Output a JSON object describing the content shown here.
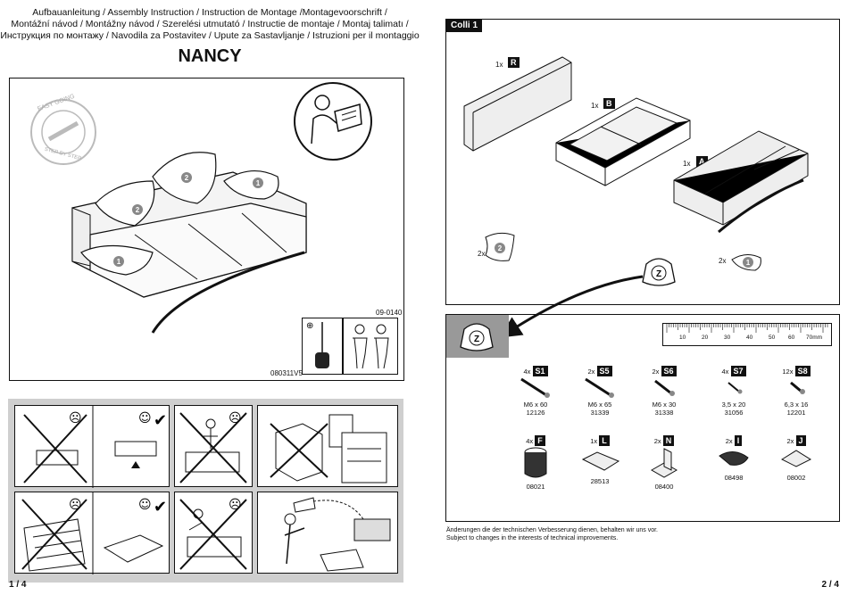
{
  "header": {
    "lines": [
      "Aufbauanleitung / Assembly Instruction / Instruction de Montage /Montagevoorschrift /",
      "Montážní návod / Montážny návod / Szerelési utmutató / Instructie de montaje / Montaj talimatı /",
      "Инструкция по монтажу / Navodila za Postavitev / Upute za Sastavljanje / Istruzioni per il montaggio"
    ],
    "title": "NANCY"
  },
  "cover": {
    "code_right": "09-0140",
    "code_left": "080311V5",
    "stamp_top": "EASY GOING",
    "stamp_bottom": "STEP BY STEP"
  },
  "colli": {
    "label": "Colli 1",
    "items": [
      {
        "qty": "1x",
        "letter": "R"
      },
      {
        "qty": "1x",
        "letter": "B"
      },
      {
        "qty": "1x",
        "letter": "A"
      },
      {
        "qty": "2x",
        "letter": "2"
      },
      {
        "qty": "2x",
        "letter": "1"
      }
    ],
    "bag_letter": "Z"
  },
  "ruler": {
    "ticks": [
      "10",
      "20",
      "30",
      "40",
      "50",
      "60",
      "70mm"
    ]
  },
  "parts": [
    {
      "qty": "4x",
      "id": "S1",
      "size": "M6 x 60",
      "code": "12126"
    },
    {
      "qty": "2x",
      "id": "S5",
      "size": "M6 x 65",
      "code": "31339"
    },
    {
      "qty": "2x",
      "id": "S6",
      "size": "M6 x 30",
      "code": "31338"
    },
    {
      "qty": "4x",
      "id": "S7",
      "size": "3,5 x 20",
      "code": "31056"
    },
    {
      "qty": "12x",
      "id": "S8",
      "size": "6,3 x 16",
      "code": "12201"
    },
    {
      "qty": "4x",
      "id": "F",
      "size": "",
      "code": "08021"
    },
    {
      "qty": "1x",
      "id": "L",
      "size": "",
      "code": "28513"
    },
    {
      "qty": "2x",
      "id": "N",
      "size": "",
      "code": "08400"
    },
    {
      "qty": "2x",
      "id": "I",
      "size": "",
      "code": "08498"
    },
    {
      "qty": "2x",
      "id": "J",
      "size": "",
      "code": "08002"
    }
  ],
  "notes": [
    "Änderungen die der technischen Verbesserung dienen, behalten wir uns vor.",
    "Subject to changes in the interests of technical improvements."
  ],
  "pages": {
    "left": "1 / 4",
    "right": "2 / 4"
  }
}
